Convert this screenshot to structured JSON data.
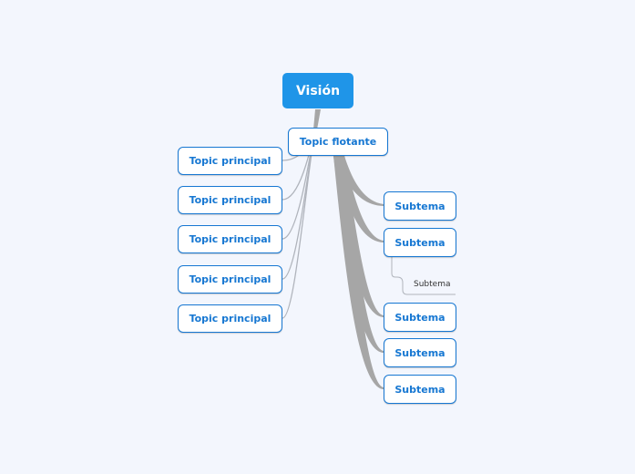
{
  "map": {
    "root": {
      "label": "Visión",
      "color": "#1f95e8"
    },
    "floating": {
      "label": "Topic flotante"
    },
    "main_topics": [
      {
        "label": "Topic principal"
      },
      {
        "label": "Topic principal"
      },
      {
        "label": "Topic principal"
      },
      {
        "label": "Topic principal"
      },
      {
        "label": "Topic principal"
      }
    ],
    "subtopics": [
      {
        "label": "Subtema"
      },
      {
        "label": "Subtema"
      },
      {
        "label": "Subtema"
      },
      {
        "label": "Subtema"
      },
      {
        "label": "Subtema"
      }
    ],
    "leaf": {
      "label": "Subtema"
    },
    "colors": {
      "background": "#f3f6fd",
      "accent": "#1677d2",
      "connector_main": "#a6a6a6",
      "connector_thin": "#b0b4bc"
    }
  }
}
